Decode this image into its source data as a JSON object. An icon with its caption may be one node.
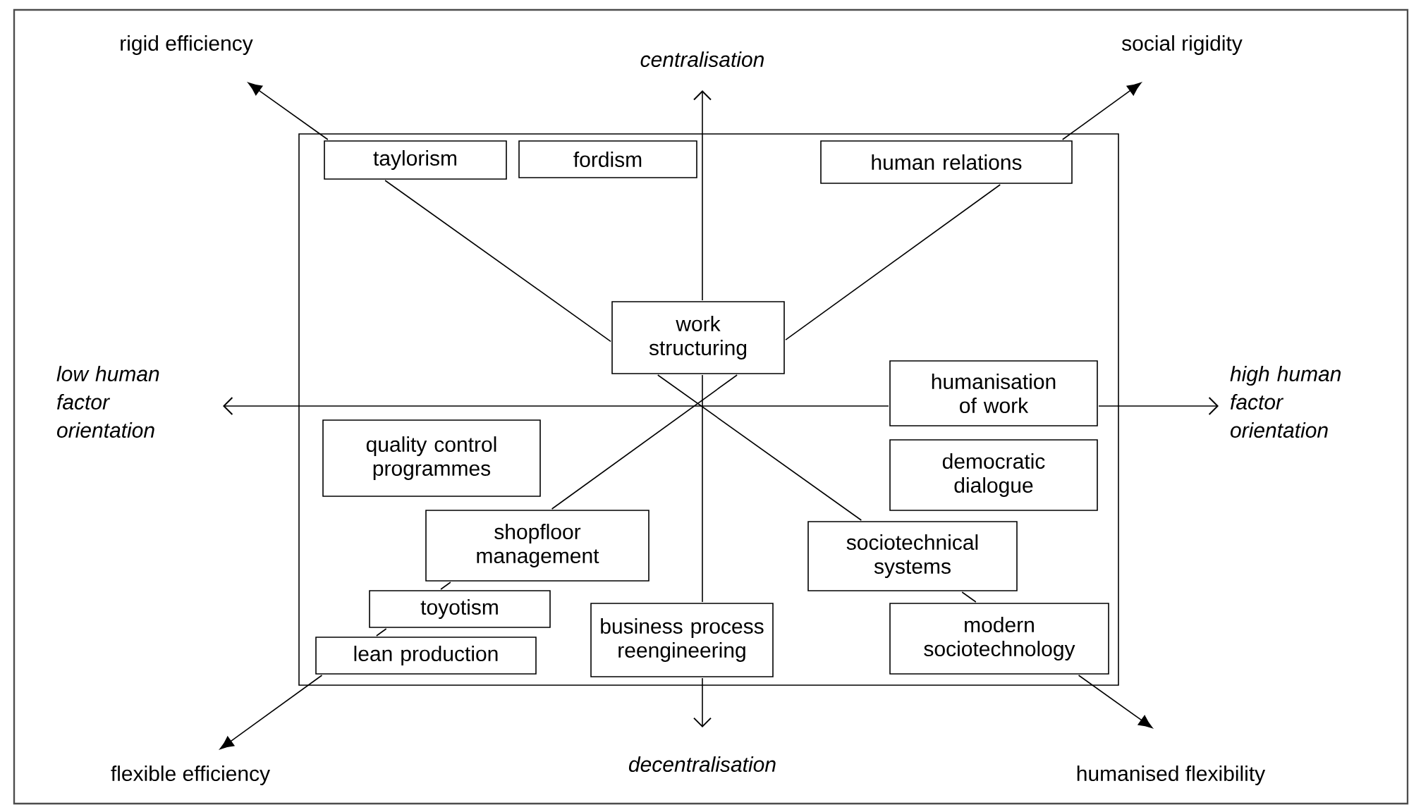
{
  "diagram": {
    "nodes": [
      {
        "text": [
          "rigid efficiency"
        ]
      },
      {
        "text": [
          "centralisation"
        ]
      },
      {
        "text": [
          "social rigidity"
        ]
      },
      {
        "text": [
          "low human factor orientation"
        ]
      },
      {
        "text": [
          "high human factor orientation"
        ]
      },
      {
        "text": [],
        "shape": "box"
      },
      {
        "text": [
          "taylorism"
        ],
        "in": 5
      },
      {
        "text": [
          "fordism"
        ],
        "in": 5
      },
      {
        "text": [
          "human relations"
        ],
        "in": 5
      },
      {
        "text": [
          "work structuring"
        ],
        "in": 5
      },
      {
        "text": [
          "humanisation of work"
        ],
        "in": 5
      },
      {
        "text": [
          "quality control programmes"
        ],
        "in": 5
      },
      {
        "text": [
          "democratic dialogue"
        ],
        "in": 5
      },
      {
        "text": [
          "shopfloor management"
        ],
        "in": 5
      },
      {
        "text": [
          "sociotechnical systems"
        ],
        "in": 5
      },
      {
        "text": [
          "toyotism"
        ],
        "in": 5
      },
      {
        "text": [
          "business process reengineering"
        ],
        "in": 5
      },
      {
        "text": [
          "modern sociotechnology"
        ],
        "in": 5
      },
      {
        "text": [
          "lean production"
        ],
        "in": 5
      },
      {
        "text": [
          "flexible efficiency"
        ]
      },
      {
        "text": [
          "decentralisation"
        ]
      },
      {
        "text": [
          "humanised flexibility"
        ]
      }
    ],
    "edges": [
      {
        "from": 9,
        "to": 1,
        "arrow": "to"
      },
      {
        "from": 9,
        "to": 16,
        "arrow": "none"
      },
      {
        "from": 16,
        "to": 20,
        "arrow": "to"
      },
      {
        "from": 10,
        "to": 3,
        "arrow": "to"
      },
      {
        "from": 10,
        "to": 4,
        "arrow": "to"
      },
      {
        "from": 6,
        "to": 0,
        "arrow": "to"
      },
      {
        "from": 6,
        "to": 9,
        "arrow": "none"
      },
      {
        "from": 9,
        "to": 14,
        "arrow": "none"
      },
      {
        "from": 14,
        "to": 17,
        "arrow": "none"
      },
      {
        "from": 17,
        "to": 21,
        "arrow": "to"
      },
      {
        "from": 8,
        "to": 2,
        "arrow": "to"
      },
      {
        "from": 8,
        "to": 9,
        "arrow": "none"
      },
      {
        "from": 9,
        "to": 13,
        "arrow": "none"
      },
      {
        "from": 13,
        "to": 15,
        "arrow": "none"
      },
      {
        "from": 15,
        "to": 18,
        "arrow": "none"
      },
      {
        "from": 18,
        "to": 19,
        "arrow": "to"
      }
    ]
  }
}
